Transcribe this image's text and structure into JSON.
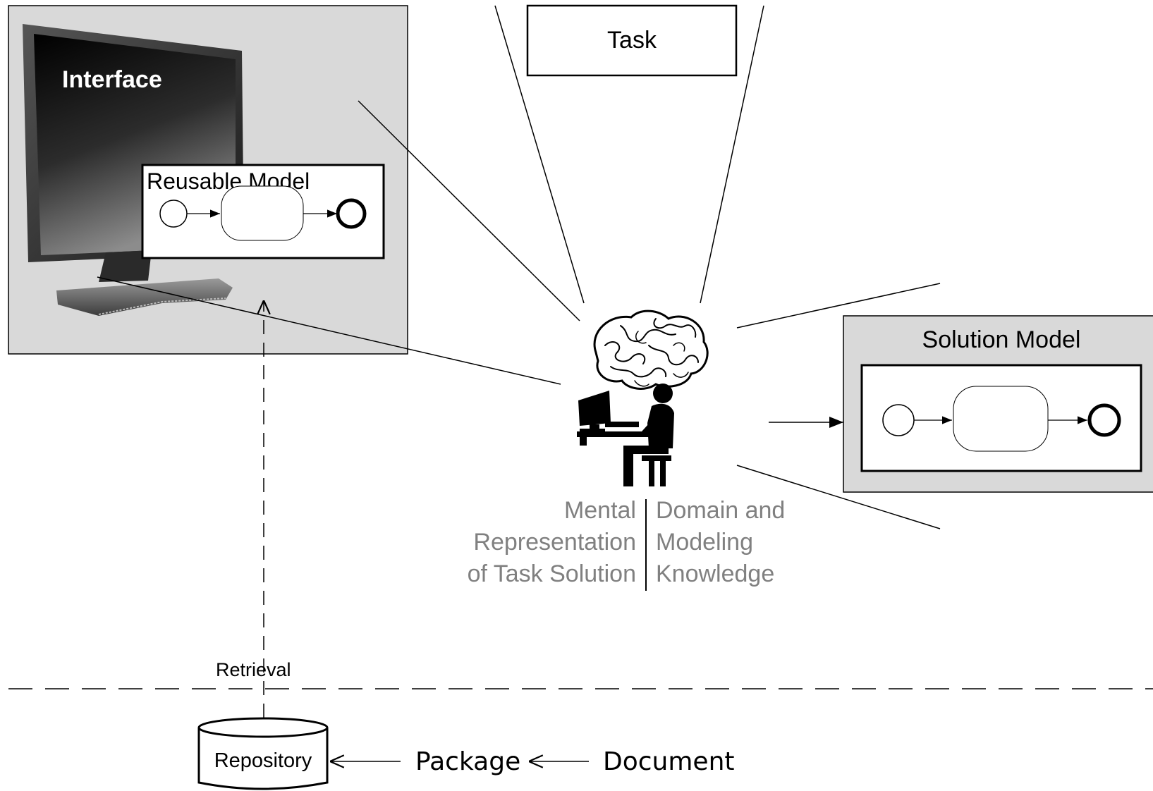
{
  "labels": {
    "task": "Task",
    "interface": "Interface",
    "reusable_model": "Reusable Model",
    "solution_model": "Solution Model",
    "retrieval": "Retrieval",
    "repository": "Repository",
    "package": "Package",
    "document": "Document"
  },
  "mental_representation": {
    "line1": "Mental",
    "line2": "Representation",
    "line3": "of Task Solution"
  },
  "knowledge": {
    "line1": "Domain and",
    "line2": "Modeling",
    "line3": "Knowledge"
  },
  "icons": [
    "monitor-icon",
    "brain-icon",
    "person-at-computer-icon",
    "database-icon"
  ],
  "colors": {
    "panel_fill": "#d9d9d9",
    "caption_gray": "#808080",
    "stroke": "#000000"
  }
}
